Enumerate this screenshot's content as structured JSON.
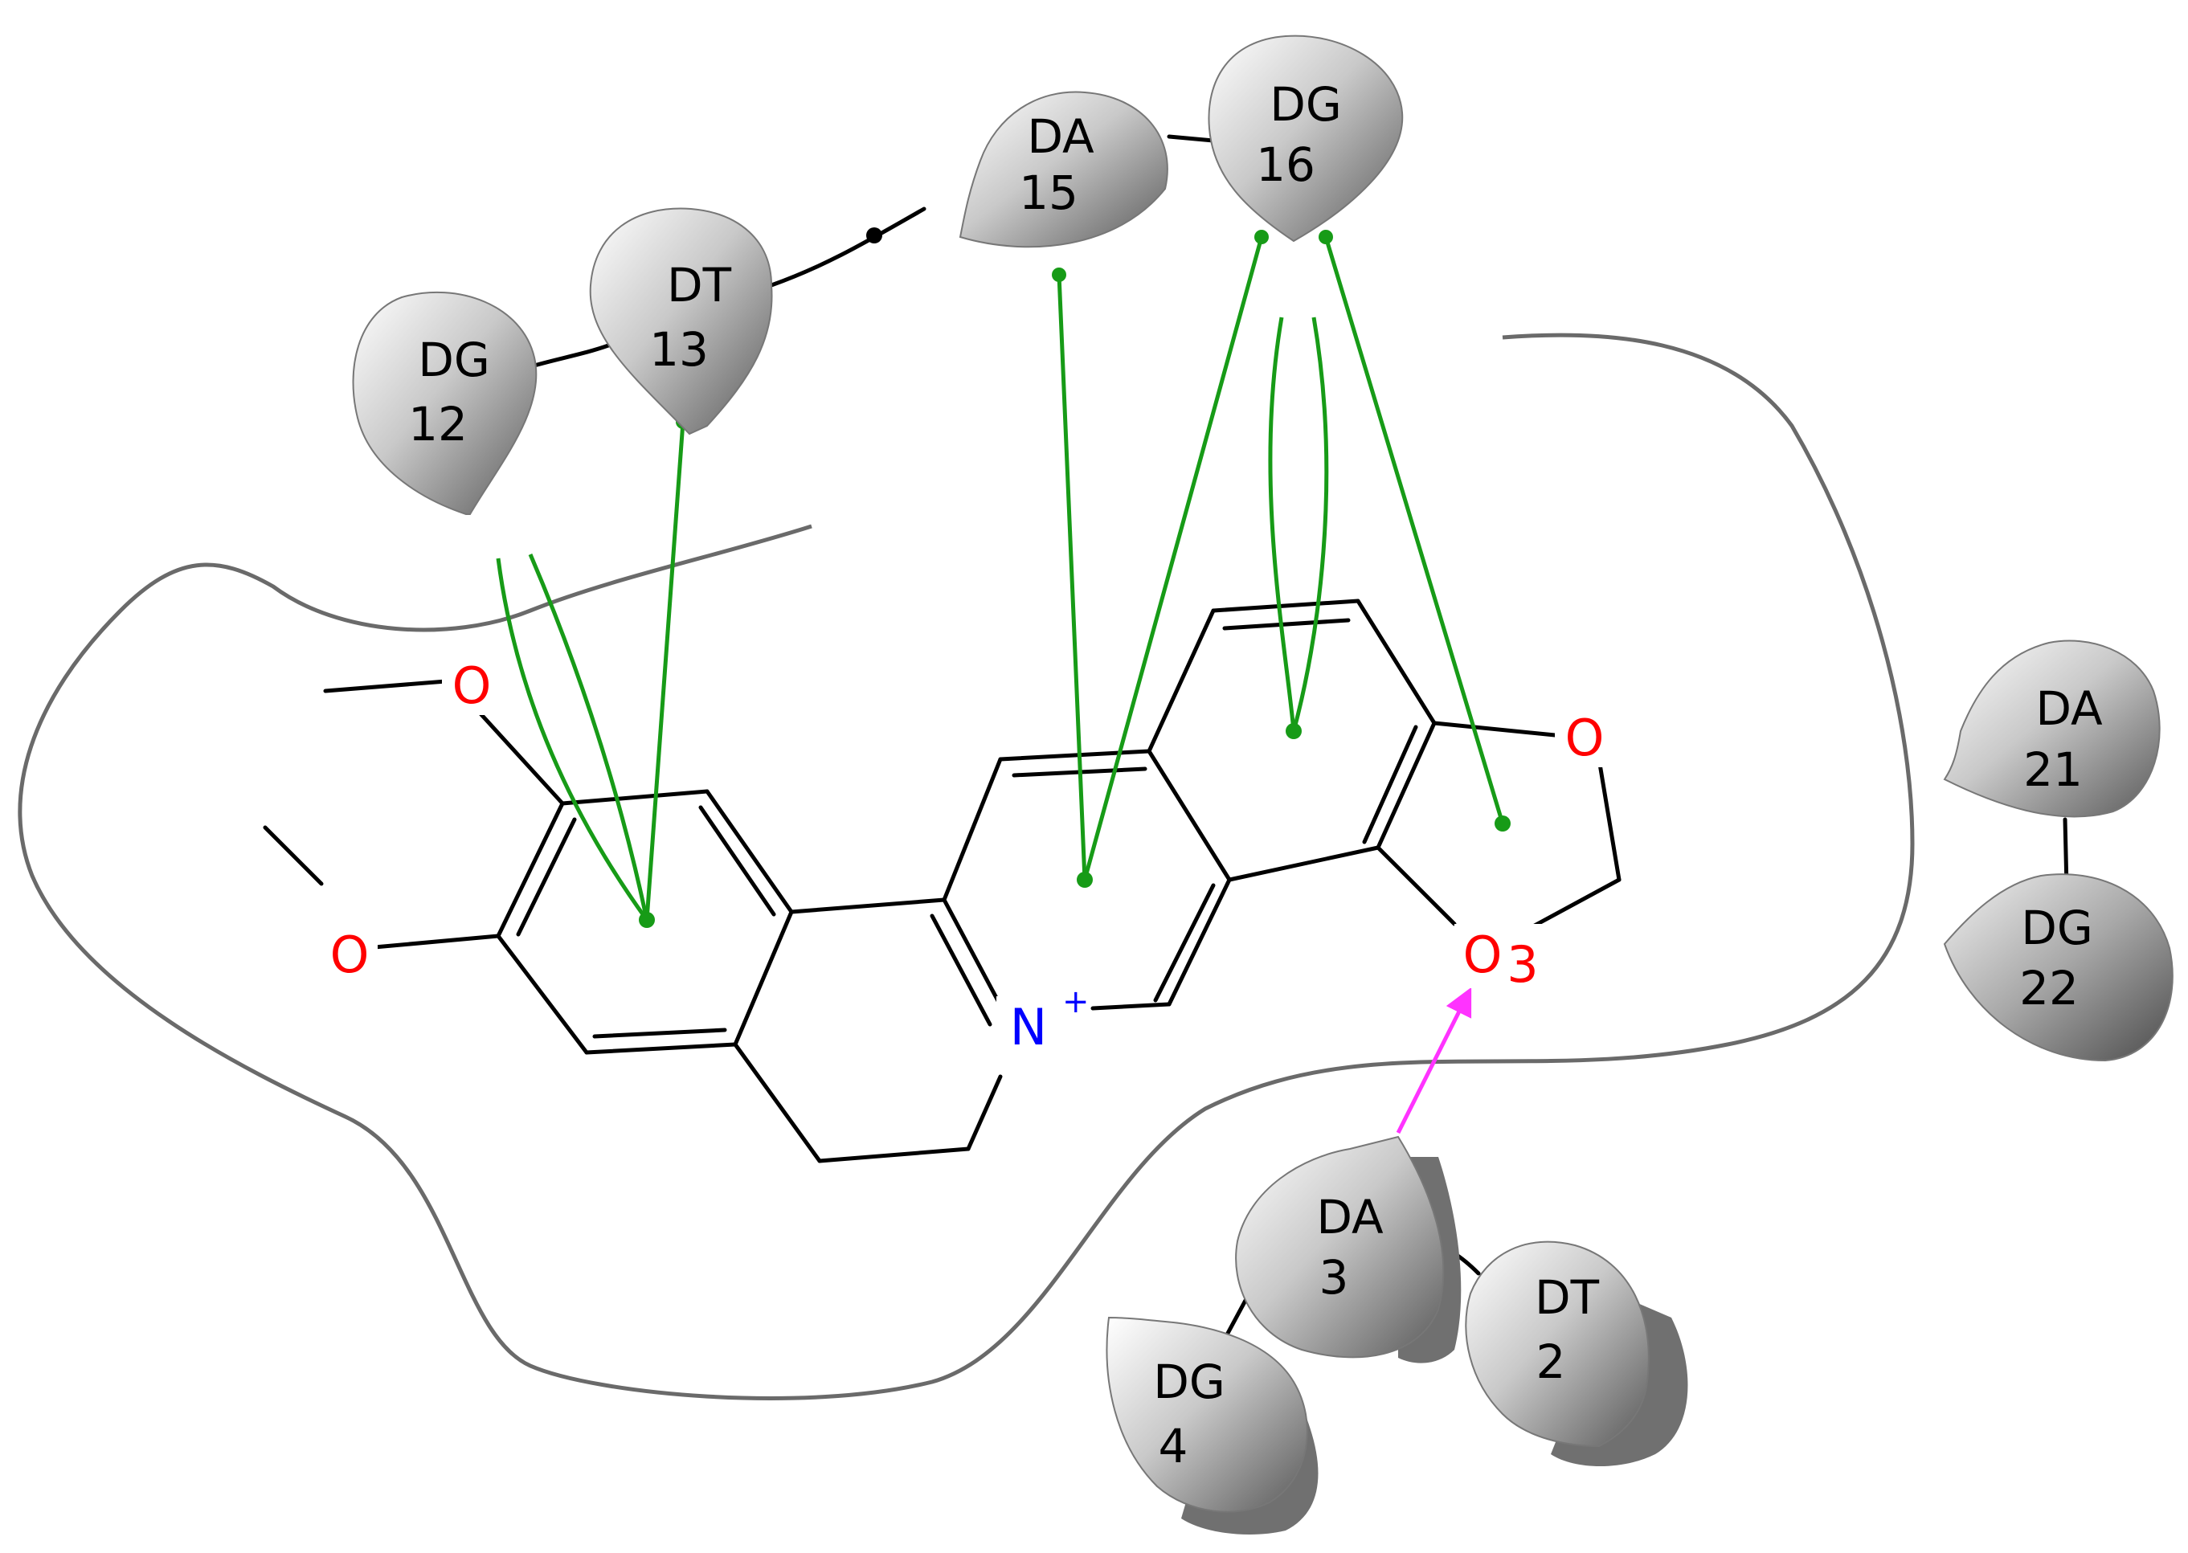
{
  "residues": [
    {
      "id": "dg12",
      "name": "DG",
      "number": "12"
    },
    {
      "id": "dt13",
      "name": "DT",
      "number": "13"
    },
    {
      "id": "da15",
      "name": "DA",
      "number": "15"
    },
    {
      "id": "dg16",
      "name": "DG",
      "number": "16"
    },
    {
      "id": "da21",
      "name": "DA",
      "number": "21"
    },
    {
      "id": "dg22",
      "name": "DG",
      "number": "22"
    },
    {
      "id": "da3",
      "name": "DA",
      "number": "3"
    },
    {
      "id": "dt2",
      "name": "DT",
      "number": "2"
    },
    {
      "id": "dg4",
      "name": "DG",
      "number": "4"
    }
  ],
  "atoms": {
    "o_top_methoxy": "O",
    "o_left_methoxy": "O",
    "n_plus": "N",
    "n_charge": "+",
    "o_dioxole_upper": "O",
    "o_dioxole_lower": "O",
    "o_dioxole_lower_index": "3"
  },
  "colors": {
    "pi_stacking": "#179b17",
    "hydrogen_bond": "#ff33ff",
    "oxygen": "#ff0000",
    "nitrogen": "#0000ff",
    "bond": "#000000",
    "pocket_outline": "#6a6a6a"
  }
}
